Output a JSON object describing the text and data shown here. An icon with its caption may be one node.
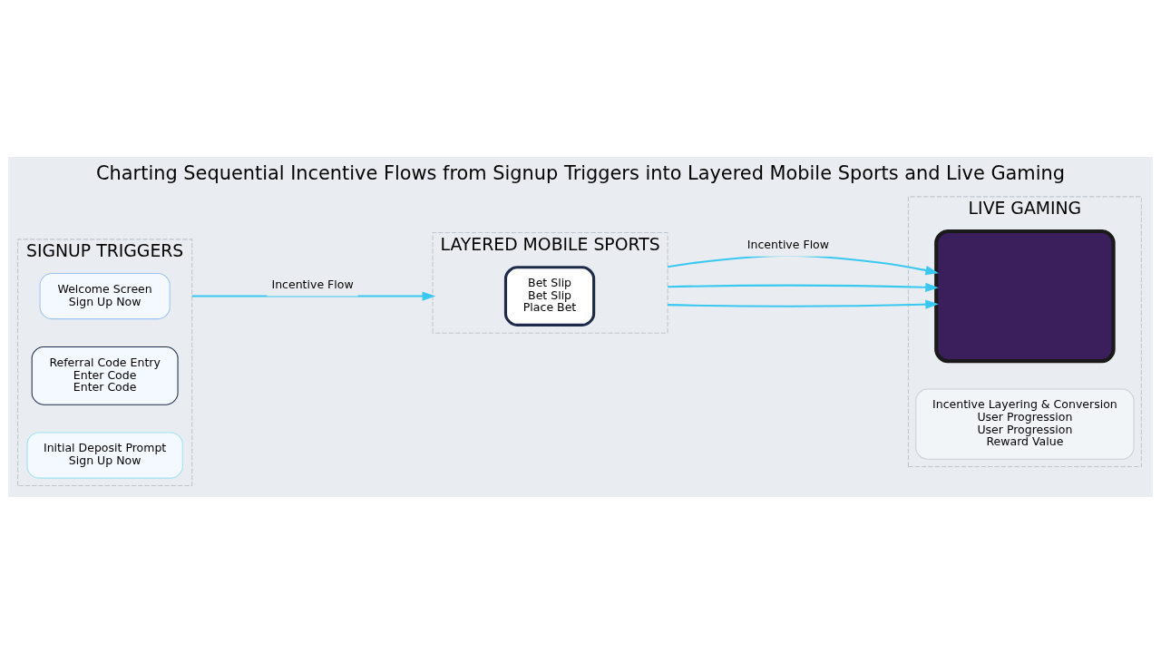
{
  "diagram": {
    "title": "Charting Sequential Incentive Flows from Signup Triggers into Layered Mobile Sports and Live Gaming",
    "nodes": [
      {
        "text": [
          "SIGNUP TRIGGERS"
        ]
      },
      {
        "text": [
          "Welcome Screen",
          "Sign Up Now"
        ],
        "in": 0
      },
      {
        "text": [
          "Referral Code Entry",
          "Enter Code",
          "Enter Code"
        ],
        "in": 0
      },
      {
        "text": [
          "Initial Deposit Prompt",
          "Sign Up Now"
        ],
        "in": 0
      },
      {
        "text": [
          "LAYERED MOBILE SPORTS"
        ]
      },
      {
        "text": [
          "Bet Slip",
          "Bet Slip",
          "Place Bet"
        ],
        "in": 4
      },
      {
        "text": [
          "LIVE GAMING"
        ]
      },
      {
        "text": [],
        "shape": "box",
        "in": 6
      },
      {
        "text": [
          "Incentive Layering & Conversion",
          "User Progression",
          "User Progression",
          "Reward Value"
        ],
        "in": 6
      }
    ],
    "edges": [
      {
        "from": 0,
        "to": 4,
        "arrow": "to",
        "label": "Incentive Flow"
      },
      {
        "from": 4,
        "to": 7,
        "arrow": "to",
        "label": "Incentive Flow"
      },
      {
        "from": 4,
        "to": 7,
        "arrow": "to"
      },
      {
        "from": 4,
        "to": 7,
        "arrow": "to"
      }
    ]
  }
}
